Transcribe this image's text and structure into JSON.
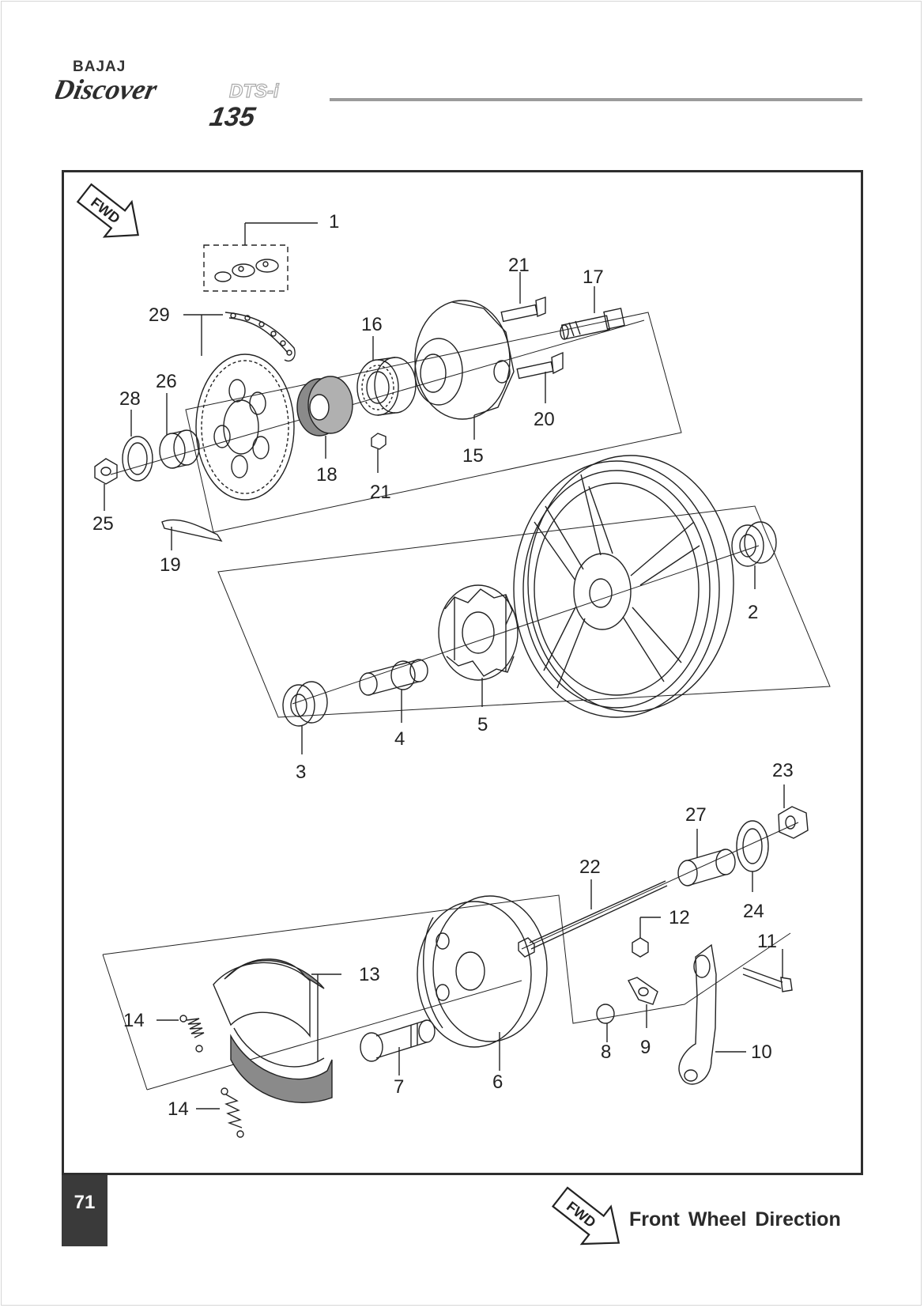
{
  "header": {
    "maker": "BAJAJ",
    "model": "Discover",
    "variant": "DTS-i",
    "engine": "135"
  },
  "diagram": {
    "fwd_badge": "FWD",
    "callouts": [
      "1",
      "29",
      "21",
      "17",
      "16",
      "26",
      "28",
      "18",
      "21",
      "20",
      "15",
      "25",
      "19",
      "2",
      "5",
      "4",
      "3",
      "23",
      "27",
      "22",
      "12",
      "24",
      "11",
      "13",
      "14",
      "14",
      "7",
      "6",
      "8",
      "9",
      "10"
    ]
  },
  "footer": {
    "page_number": "71",
    "fwd_badge": "FWD",
    "legend": "Front Wheel Direction"
  },
  "colors": {
    "frame": "#2e2e2e",
    "rule": "#9b9b9b",
    "page_tab": "#3a3a3a",
    "shading": "#8a8a8a"
  }
}
